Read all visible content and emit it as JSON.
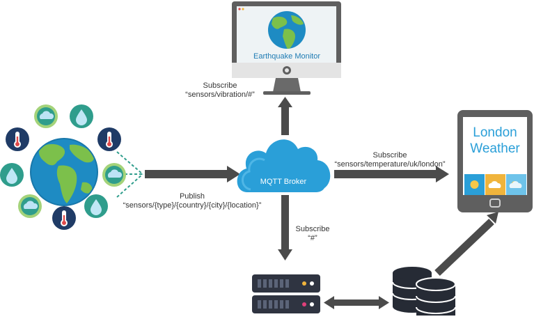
{
  "monitor": {
    "title": "Earthquake Monitor"
  },
  "tablet": {
    "line1": "London",
    "line2": "Weather"
  },
  "broker": {
    "label": "MQTT Broker"
  },
  "labels": {
    "subscribe_vibration": {
      "verb": "Subscribe",
      "topic": "“sensors/vibration/#”"
    },
    "subscribe_temperature": {
      "verb": "Subscribe",
      "topic": "“sensors/temperature/uk/london”"
    },
    "publish": {
      "verb": "Publish",
      "topic": "“sensors/{type}/{country}/{city}/{location}”"
    },
    "subscribe_all": {
      "verb": "Subscribe",
      "topic": "“#”"
    }
  },
  "colors": {
    "arrow": "#4b4b4b",
    "cloud": "#2a9fd8",
    "globe_ocean": "#1e8bc3",
    "globe_land": "#7cc04b",
    "sensor_navy": "#1f3b66",
    "sensor_green": "#2f9d8c",
    "device_gray": "#5f5f5f",
    "server": "#2f3441",
    "database": "#262b35"
  },
  "sensor_icons": [
    "cloud-icon",
    "droplet-icon",
    "thermometer-icon",
    "droplet-icon",
    "cloud-icon",
    "droplet-icon",
    "thermometer-icon",
    "cloud-icon",
    "thermometer-icon",
    "droplet-icon"
  ]
}
